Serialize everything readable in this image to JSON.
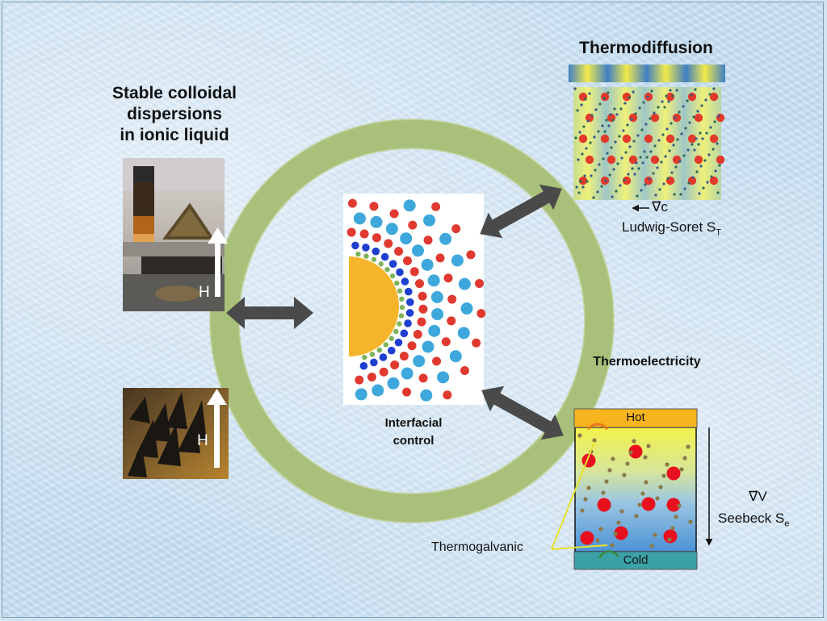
{
  "left_title": [
    "Stable colloidal",
    "dispersions",
    "in ionic liquid"
  ],
  "field_label": "H",
  "center_label": [
    "Interfacial",
    "control"
  ],
  "thermodiffusion": {
    "title": "Thermodiffusion",
    "gradient_label": "∇⃗c",
    "soret_label": "Ludwig-Soret S",
    "soret_sub": "T"
  },
  "thermoelectricity": {
    "title": "Thermoelectricity",
    "hot": "Hot",
    "cold": "Cold",
    "gradient_label": "∇⃗V",
    "seebeck_label": "Seebeck S",
    "seebeck_sub": "e",
    "thermogalvanic": "Thermogalvanic"
  },
  "colors": {
    "ring": "#a8bf78",
    "arrow": "#4a4a4a",
    "cation": "#e03a30",
    "anion": "#3ea8dc",
    "particle": "#f5b52a",
    "hot_bar": "#f7b41e",
    "cold_bar": "#3aa2a6"
  }
}
